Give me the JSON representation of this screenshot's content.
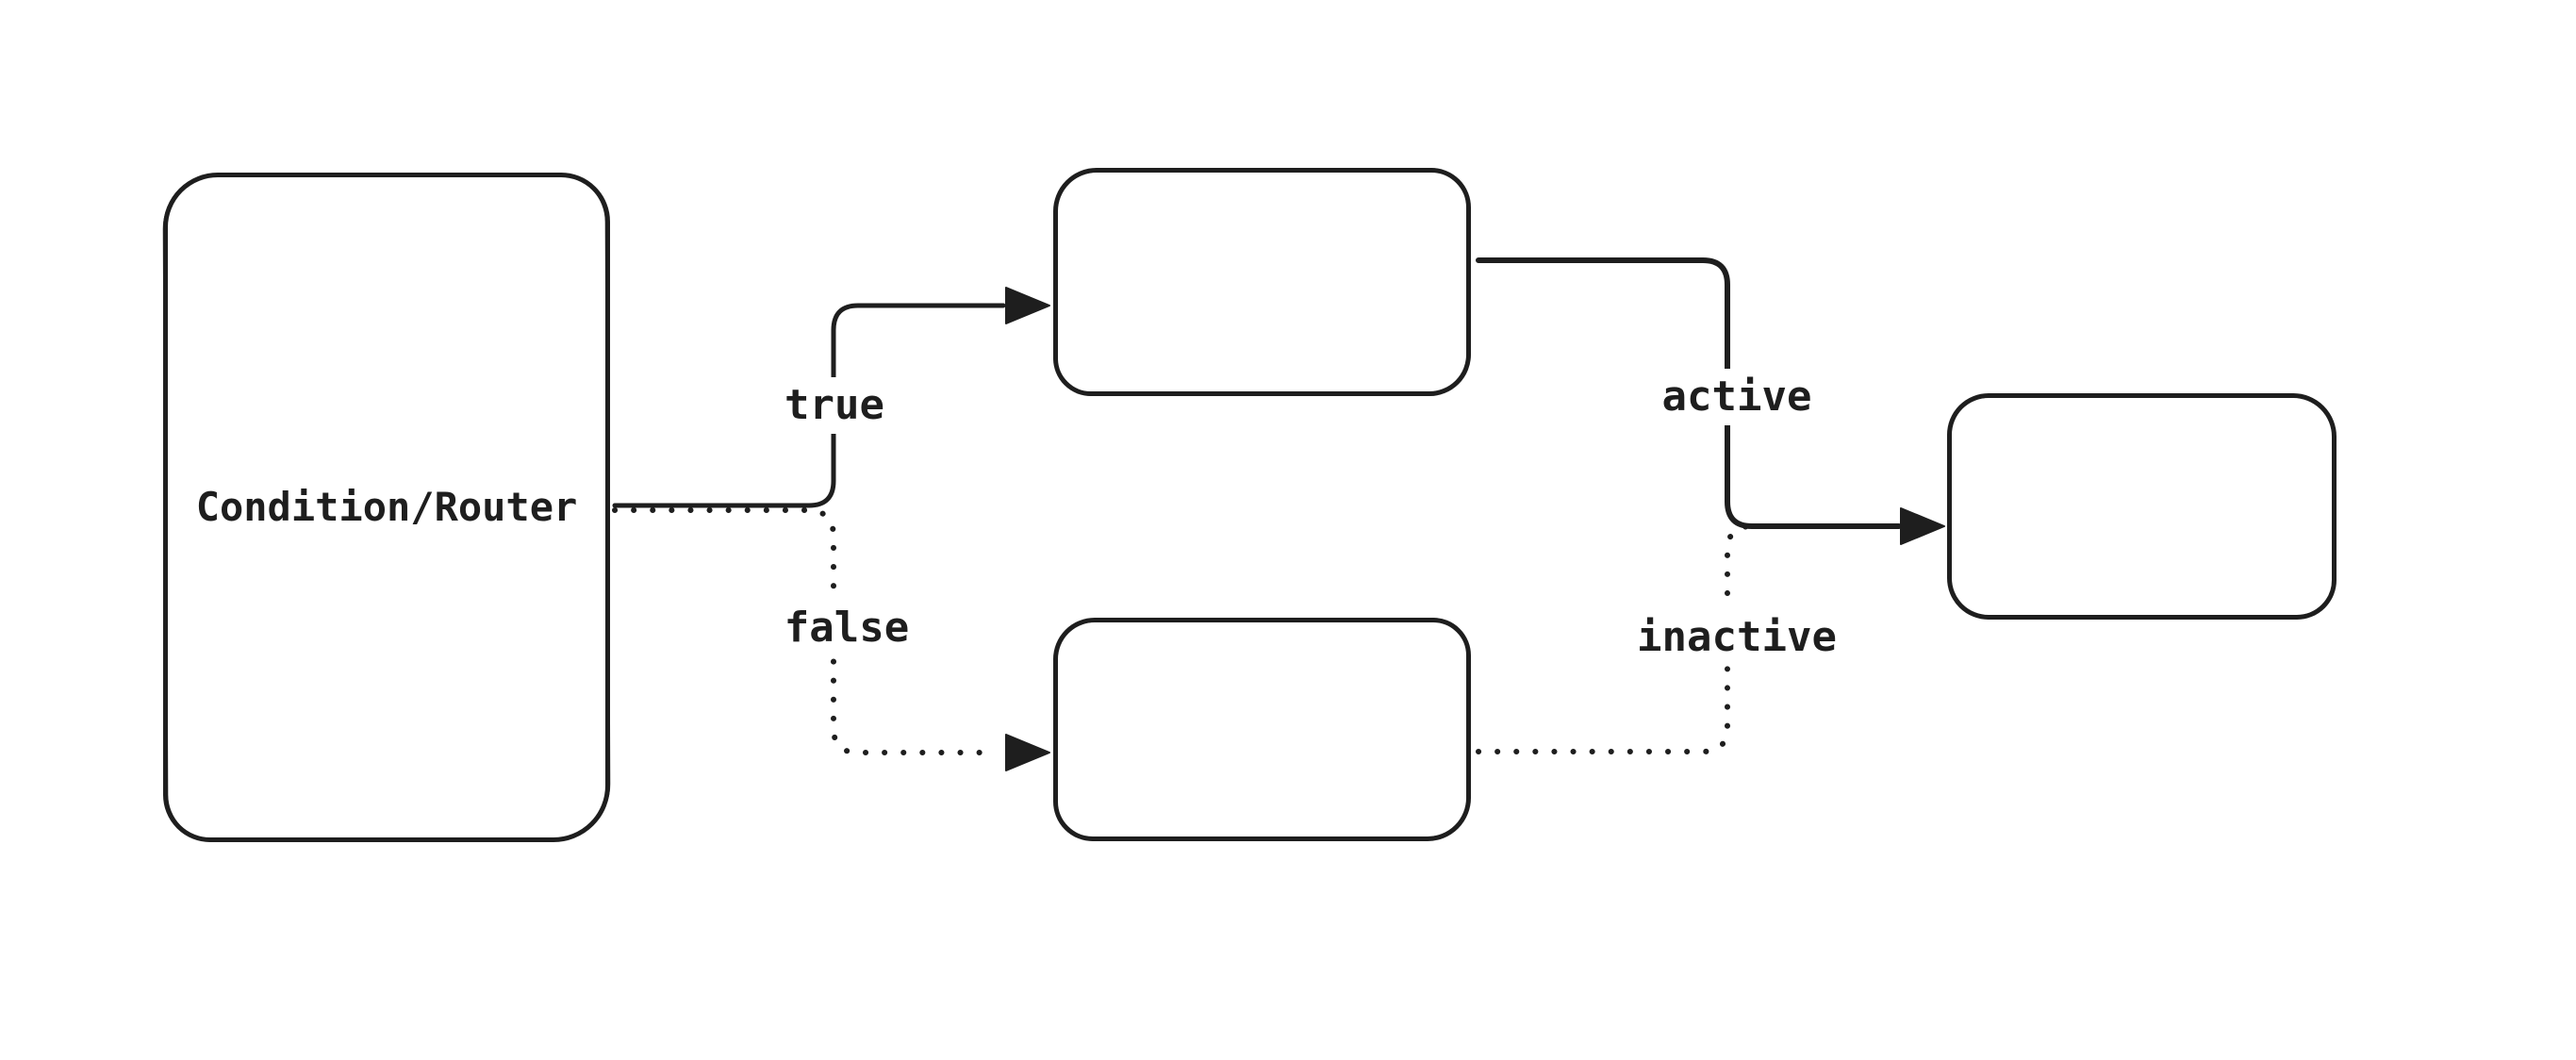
{
  "theme": {
    "stroke": "#1e1e1e",
    "background": "#ffffff",
    "node_fill": "#ffffff"
  },
  "diagram": {
    "nodes": [
      {
        "id": "condition-router",
        "label": "Condition/Router",
        "shape": "rounded-rectangle"
      },
      {
        "id": "true-branch",
        "label": "",
        "shape": "rounded-rectangle"
      },
      {
        "id": "false-branch",
        "label": "",
        "shape": "rounded-rectangle"
      },
      {
        "id": "merge-target",
        "label": "",
        "shape": "rounded-rectangle"
      }
    ],
    "edges": [
      {
        "label": "true",
        "from": "condition-router",
        "to": "true-branch",
        "line_style": "solid",
        "arrowhead": "filled-triangle"
      },
      {
        "label": "false",
        "from": "condition-router",
        "to": "false-branch",
        "line_style": "dotted",
        "arrowhead": "filled-triangle"
      },
      {
        "label": "active",
        "from": "true-branch",
        "to": "merge-target",
        "line_style": "solid",
        "arrowhead": "filled-triangle"
      },
      {
        "label": "inactive",
        "from": "false-branch",
        "to": "merge-target",
        "line_style": "dotted",
        "arrowhead": "filled-triangle"
      }
    ]
  }
}
